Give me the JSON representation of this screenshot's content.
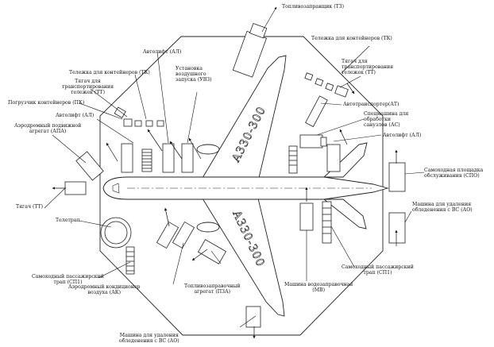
{
  "aircraft_type": "A330-300",
  "labels": {
    "tz": "Топливозаправщик (ТЗ)",
    "tk_right": "Тележка для контейнеров (ТК)",
    "tt_right": [
      "Тягач для",
      "транспортирования",
      "тележек (ТТ)"
    ],
    "al_top": "Автолифт (АЛ)",
    "uvz": [
      "Установка",
      "воздушного",
      "запуска (УВЗ)"
    ],
    "tk_left": "Тележка для контейнеров (ТК)",
    "tt_left": [
      "Тягач для",
      "транспортирования",
      "тележек (ТТ)"
    ],
    "pk": "Погрузчик контейнеров (ПК)",
    "al_left": "Автолифт (АЛ)",
    "apa": [
      "Аэродромный подвижной",
      "агрегат (АПА)"
    ],
    "at": "Автотранспортер(АТ)",
    "as": [
      "Спецмашина для",
      "обработки",
      "санузлов (АС)"
    ],
    "al_right": "Автолифт (АЛ)",
    "spo": [
      "Самоходная площадка",
      "обслуживания (СПО)"
    ],
    "tt_nose": "Тягач (ТТ)",
    "ao_right": [
      "Машина для удаления",
      "обледенения с ВС (АО)"
    ],
    "teletrap": "Телетрап",
    "sp_right": [
      "Самоходный пассажирский",
      "трап (СП1)"
    ],
    "sp_left": [
      "Самоходный пассажирский",
      "трап (СП1)"
    ],
    "mv": [
      "Машина водозаправочная",
      "(МВ)"
    ],
    "ak": [
      "Аэродромный кондиционер",
      "воздуха (АК)"
    ],
    "pza": [
      "Топливозаправочный",
      "агрегат (ПЗА)"
    ],
    "ao_bottom": [
      "Машина для удаления",
      "обледенения с ВС (АО)"
    ]
  }
}
